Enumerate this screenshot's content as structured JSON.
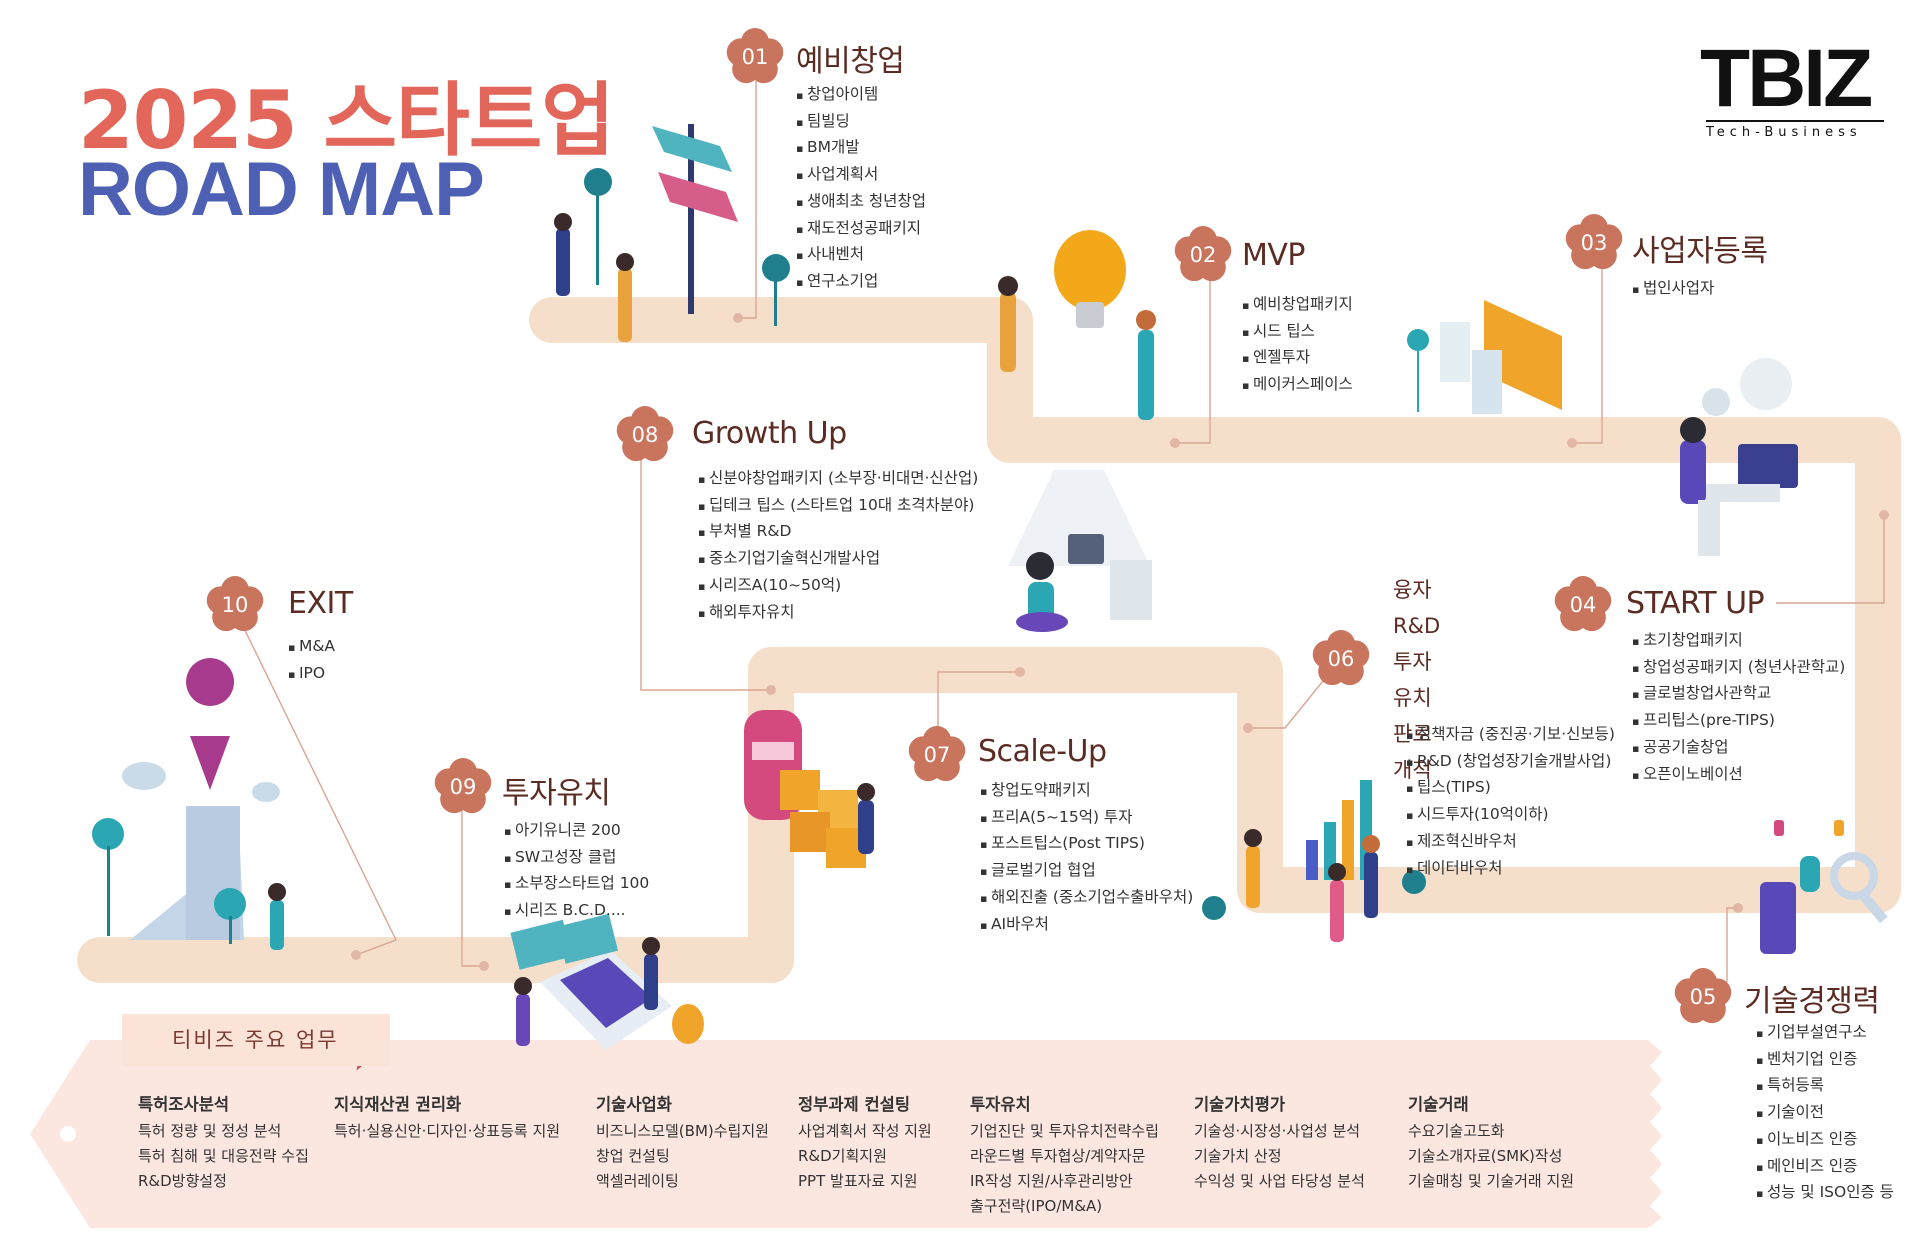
{
  "header": {
    "title_line1": "2025 스타트업",
    "title_line2": "ROAD MAP"
  },
  "logo": {
    "wordmark": "TBIZ",
    "tagline": "Tech-Business"
  },
  "colors": {
    "road": "#f5dfcb",
    "badge": "#c9745d",
    "title_red": "#e2665a",
    "title_blue": "#4e60b3",
    "banner": "#fbe7e0"
  },
  "stages": [
    {
      "num": "01",
      "title": "예비창업",
      "items": [
        "창업아이템",
        "팀빌딩",
        "BM개발",
        "사업계획서",
        "생애최초 청년창업",
        "재도전성공패키지",
        "사내벤처",
        "연구소기업"
      ]
    },
    {
      "num": "02",
      "title": "MVP",
      "items": [
        "예비창업패키지",
        "시드 팁스",
        "엔젤투자",
        "메이커스페이스"
      ]
    },
    {
      "num": "03",
      "title": "사업자등록",
      "items": [
        "법인사업자"
      ]
    },
    {
      "num": "04",
      "title": "START UP",
      "items": [
        "초기창업패키지",
        "창업성공패키지 (청년사관학교)",
        "글로벌창업사관학교",
        "프리팁스(pre-TIPS)",
        "공공기술창업",
        "오픈이노베이션"
      ]
    },
    {
      "num": "05",
      "title": "기술경쟁력",
      "items": [
        "기업부설연구소",
        "벤처기업 인증",
        "특허등록",
        "기술이전",
        "이노비즈 인증",
        "메인비즈 인증",
        "성능 및 ISO인증 등"
      ]
    },
    {
      "num": "06",
      "title": "",
      "side": [
        "융자",
        "R&D",
        "투자유치",
        "판로개척"
      ],
      "items": [
        "정책자금 (중진공·기보·신보등)",
        "R&D (창업성장기술개발사업)",
        "팁스(TIPS)",
        "시드투자(10억이하)",
        "제조혁신바우처",
        "데이터바우처"
      ]
    },
    {
      "num": "07",
      "title": "Scale-Up",
      "items": [
        "창업도약패키지",
        "프리A(5~15억) 투자",
        "포스트팁스(Post TIPS)",
        "글로벌기업 협업",
        "해외진출 (중소기업수출바우처)",
        "AI바우처"
      ]
    },
    {
      "num": "08",
      "title": "Growth Up",
      "items": [
        "신분야창업패키지 (소부장·비대면·신산업)",
        "딥테크 팁스 (스타트업 10대 초격차분야)",
        "부처별 R&D",
        "중소기업기술혁신개발사업",
        "시리즈A(10~50억)",
        "해외투자유치"
      ]
    },
    {
      "num": "09",
      "title": "투자유치",
      "items": [
        "아기유니콘 200",
        "SW고성장 클럽",
        "소부장스타트업 100",
        "시리즈 B.C.D...."
      ]
    },
    {
      "num": "10",
      "title": "EXIT",
      "items": [
        "M&A",
        "IPO"
      ]
    }
  ],
  "banner": {
    "label": "티비즈 주요 업무",
    "services": [
      {
        "title": "특허조사분석",
        "lines": [
          "특허 정량 및 정성 분석",
          "특허 침해 및 대응전략 수집",
          "R&D방향설정"
        ]
      },
      {
        "title": "지식재산권 권리화",
        "lines": [
          "특허·실용신안·디자인·상표등록 지원"
        ]
      },
      {
        "title": "기술사업화",
        "lines": [
          "비즈니스모델(BM)수립지원",
          "창업 컨설팅",
          "액셀러레이팅"
        ]
      },
      {
        "title": "정부과제 컨설팅",
        "lines": [
          "사업계획서 작성 지원",
          "R&D기획지원",
          "PPT 발표자료 지원"
        ]
      },
      {
        "title": "투자유치",
        "lines": [
          "기업진단 및 투자유치전략수립",
          "라운드별 투자협상/계약자문",
          "IR작성 지원/사후관리방안",
          "출구전략(IPO/M&A)"
        ]
      },
      {
        "title": "기술가치평가",
        "lines": [
          "기술성·시장성·사업성 분석",
          "기술가치 산정",
          "수익성 및 사업 타당성 분석"
        ]
      },
      {
        "title": "기술거래",
        "lines": [
          "수요기술고도화",
          "기술소개자료(SMK)작성",
          "기술매칭 및 기술거래 지원"
        ]
      }
    ]
  }
}
